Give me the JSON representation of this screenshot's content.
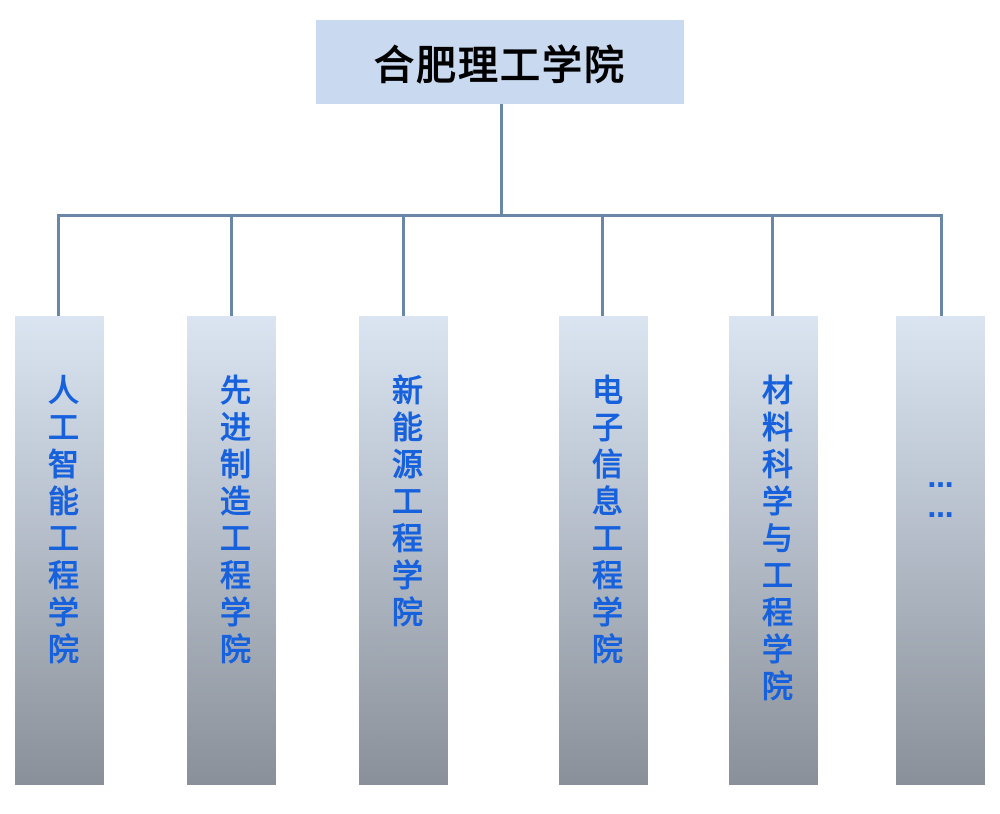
{
  "root": {
    "label": "合肥理工学院"
  },
  "children": [
    {
      "label": "人工智能工程学院"
    },
    {
      "label": "先进制造工程学院"
    },
    {
      "label": "新能源工程学院"
    },
    {
      "label": "电子信息工程学院"
    },
    {
      "label": "材料科学与工程学院"
    },
    {
      "label": "……"
    }
  ],
  "colors": {
    "root_fill": "#c9d9f0",
    "connector": "#6b87a8",
    "child_label": "#1761dd",
    "child_gradient_top": "#dbe5f2",
    "child_gradient_bottom": "#8a9099"
  }
}
